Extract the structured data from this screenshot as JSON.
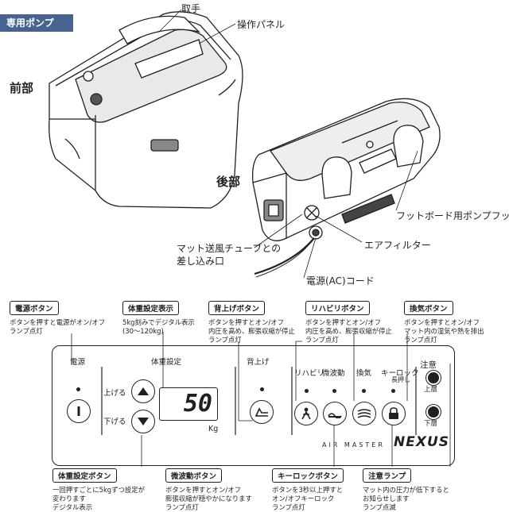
{
  "header": {
    "tag": "専用ポンプ"
  },
  "device_labels": {
    "handle": "取手",
    "control_panel": "操作パネル",
    "front": "前部",
    "rear": "後部",
    "footboard_hook": "フットボード用ポンプフック",
    "tube_inlet": "マット送風チューブとの\n差し込み口",
    "air_filter": "エアフィルター",
    "power_cord": "電源(AC)コード"
  },
  "callouts_top": [
    {
      "title": "電源ボタン",
      "desc": "ボタンを押すと電源がオン/オフ\nランプ点灯"
    },
    {
      "title": "体重設定表示",
      "desc": "5kg刻みでデジタル表示\n(30～120kg)"
    },
    {
      "title": "背上げボタン",
      "desc": "ボタンを押すとオン/オフ\n内圧を高め、膨張収縮が停止\nランプ点灯"
    },
    {
      "title": "リハビリボタン",
      "desc": "ボタンを押すとオン/オフ\n内圧を高め、膨張収縮が停止\nランプ点灯"
    },
    {
      "title": "換気ボタン",
      "desc": "ボタンを押すとオン/オフ\nマット内の湿気や熱を排出\nランプ点灯"
    }
  ],
  "callouts_bottom": [
    {
      "title": "体重設定ボタン",
      "desc": "一回押すごとに5kgずつ設定が\n変わります\nデジタル表示"
    },
    {
      "title": "微波動ボタン",
      "desc": "ボタンを押すとオン/オフ\n膨張収縮が穏やかになります\nランプ点灯"
    },
    {
      "title": "キーロックボタン",
      "desc": "ボタンを3秒以上押すと\nオン/オフキーロック\nランプ点灯"
    },
    {
      "title": "注意ランプ",
      "desc": "マット内の圧力が低下すると\nお知らせします\nランプ点滅"
    }
  ],
  "panel": {
    "power": "電源",
    "weight_setting": "体重設定",
    "up": "上げる",
    "down": "下げる",
    "display_value": "50",
    "unit": "Kg",
    "back_raise": "背上げ",
    "rehab": "リハビリ",
    "micro_wave": "微波動",
    "ventilation": "換気",
    "keylock": "キーロック",
    "keylock_sub": "長押し",
    "caution": "注意",
    "upper": "上層",
    "lower": "下層",
    "brand_small": "AIR MASTER",
    "brand_big": "NEXUS"
  }
}
